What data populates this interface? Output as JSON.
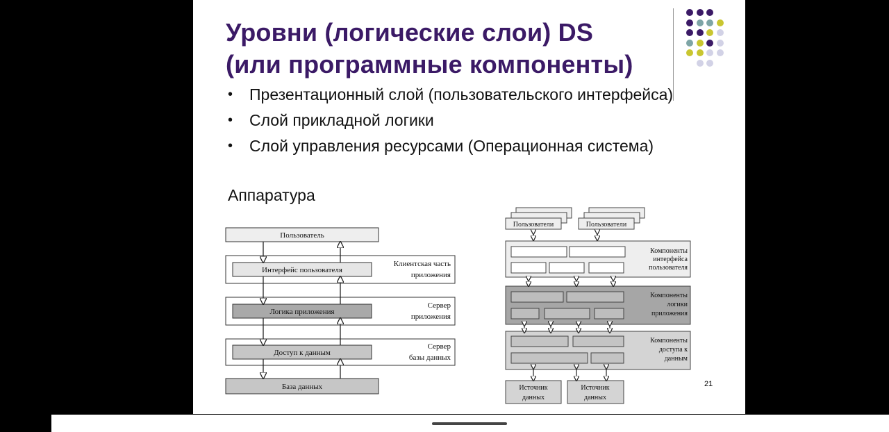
{
  "slide": {
    "title_lines": [
      "Уровни (логические слои) DS",
      "(или программные компоненты)"
    ],
    "bullets": [
      "Презентационный слой (пользовательского интерфейса)",
      "Слой прикладной логики",
      "Слой управления ресурсами (Операционная система)"
    ],
    "extra_line": "Аппаратура",
    "page_number": "21",
    "accent_color": "#3b1a66"
  },
  "left_diagram": {
    "user": "Пользователь",
    "ui": "Интерфейс пользователя",
    "logic": "Логика приложения",
    "access": "Доступ к данным",
    "db": "База данных",
    "client_label": [
      "Клиентская часть",
      "приложения"
    ],
    "server_label": [
      "Сервер",
      "приложения"
    ],
    "dbserver_label": [
      "Сервер",
      "базы данных"
    ]
  },
  "right_diagram": {
    "users": [
      "Пользователи",
      "Пользователи"
    ],
    "ui_components": [
      "Компоненты",
      "интерфейса",
      "пользователя"
    ],
    "logic_components": [
      "Компоненты",
      "логики",
      "приложения"
    ],
    "data_components": [
      "Компоненты",
      "доступа к",
      "данным"
    ],
    "sources": [
      [
        "Источник",
        "данных"
      ],
      [
        "Источник",
        "данных"
      ]
    ]
  }
}
